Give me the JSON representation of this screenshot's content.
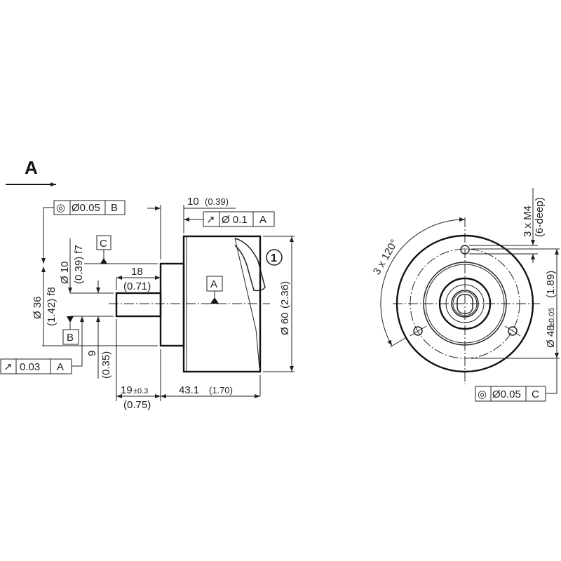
{
  "view_label": "A",
  "callout_number": "1",
  "side_view": {
    "concentricity_frame": {
      "symbol": "◎",
      "tolerance": "Ø0.05",
      "datum": "B"
    },
    "runout_frame_top": {
      "symbol": "↗",
      "tolerance": "Ø 0.1",
      "datum": "A"
    },
    "runout_frame_bottom": {
      "symbol": "↗",
      "tolerance": "0.03",
      "datum": "A"
    },
    "datum_c": "C",
    "datum_a": "A",
    "datum_b": "B",
    "dim_10": "10",
    "dim_10_in": "(0.39)",
    "dim_shaft_dia": "Ø 10",
    "dim_shaft_dia_in": "(0.39) f7",
    "dim_hub_dia": "Ø 36",
    "dim_hub_dia_in": "(1.42) f8",
    "dim_18": "18",
    "dim_18_in": "(0.71)",
    "dim_9": "9",
    "dim_9_in": "(0.35)",
    "dim_19": "19",
    "dim_19_tol": "±0.3",
    "dim_19_in": "(0.75)",
    "dim_43": "43.1",
    "dim_43_in": "(1.70)",
    "dim_60": "Ø 60",
    "dim_60_in": "(2.36)"
  },
  "front_view": {
    "angle_label": "3 x 120°",
    "thread_label": "3 x M4",
    "thread_depth": "(6-deep)",
    "bolt_circle": "Ø 48",
    "bolt_circle_tol": "±0.05",
    "bolt_circle_in": "(1.89)",
    "concentricity_frame": {
      "symbol": "◎",
      "tolerance": "Ø0.05",
      "datum": "C"
    }
  }
}
